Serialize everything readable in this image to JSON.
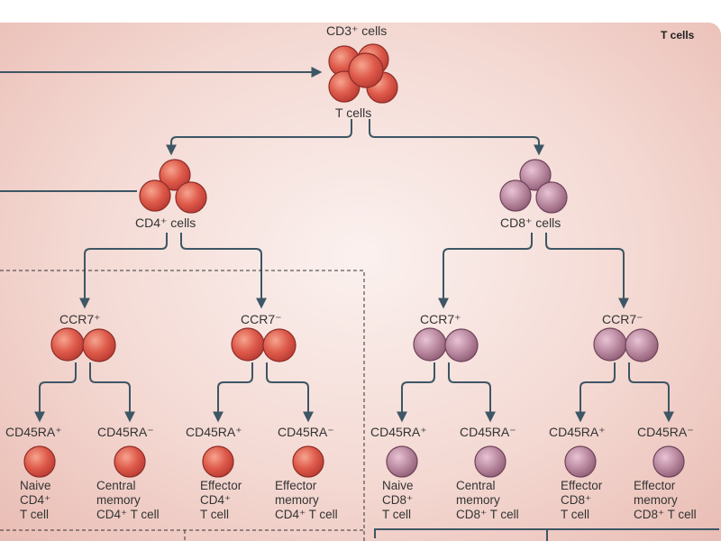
{
  "header": {
    "title": "T cells"
  },
  "colors": {
    "cd4_cell": "#d9534a",
    "cd8_cell": "#b07c95",
    "arrow": "#3d5665",
    "background": "#f6dcd6"
  },
  "nodes": {
    "cd3_top": "CD3⁺ cells",
    "cd3_bottom": "T cells",
    "cd4": "CD4⁺ cells",
    "cd8": "CD8⁺ cells",
    "cd4_ccr7_pos": "CCR7⁺",
    "cd4_ccr7_neg": "CCR7⁻",
    "cd8_ccr7_pos": "CCR7⁺",
    "cd8_ccr7_neg": "CCR7⁻"
  },
  "markers": [
    "CD45RA⁺",
    "CD45RA⁻",
    "CD45RA⁺",
    "CD45RA⁻",
    "CD45RA⁺",
    "CD45RA⁻",
    "CD45RA⁺",
    "CD45RA⁻"
  ],
  "subsets": [
    "Naive\nCD4⁺\nT cell",
    "Central\nmemory\nCD4⁺ T cell",
    "Effector\nCD4⁺\nT cell",
    "Effector\nmemory\nCD4⁺ T cell",
    "Naive\nCD8⁺\nT cell",
    "Central\nmemory\nCD8⁺ T cell",
    "Effector\nCD8⁺\nT cell",
    "Effector\nmemory\nCD8⁺ T cell"
  ]
}
